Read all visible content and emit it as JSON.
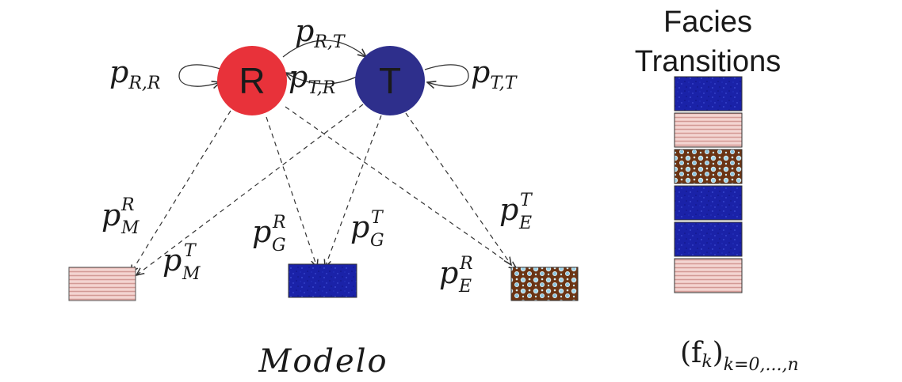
{
  "states": {
    "r": {
      "letter": "R",
      "color": "#e8323a"
    },
    "t": {
      "letter": "T",
      "color": "#2e2f8c"
    }
  },
  "transitions": {
    "p_rr": {
      "base": "p",
      "sub": "R,R",
      "sup": ""
    },
    "p_rt": {
      "base": "p",
      "sub": "R,T",
      "sup": ""
    },
    "p_tr": {
      "base": "p",
      "sub": "T,R",
      "sup": ""
    },
    "p_tt": {
      "base": "p",
      "sub": "T,T",
      "sup": ""
    }
  },
  "emissions": {
    "p_m_r": {
      "base": "p",
      "sub": "M",
      "sup": "R"
    },
    "p_m_t": {
      "base": "p",
      "sub": "M",
      "sup": "T"
    },
    "p_g_r": {
      "base": "p",
      "sub": "G",
      "sup": "R"
    },
    "p_g_t": {
      "base": "p",
      "sub": "G",
      "sup": "T"
    },
    "p_e_r": {
      "base": "p",
      "sub": "E",
      "sup": "R"
    },
    "p_e_t": {
      "base": "p",
      "sub": "E",
      "sup": "T"
    }
  },
  "facies_colors": {
    "M": "#e8b4b0",
    "G": "#1a22a8",
    "E": "#6b3414"
  },
  "model_label": "Modelo",
  "column": {
    "title_line1": "Facies",
    "title_line2": "Transitions",
    "sequence": [
      "G",
      "M",
      "E",
      "G",
      "G",
      "M"
    ]
  },
  "sequence_label": {
    "base": "(f",
    "sub_k": "k",
    "close": ")",
    "range": "k=0,...,n"
  }
}
